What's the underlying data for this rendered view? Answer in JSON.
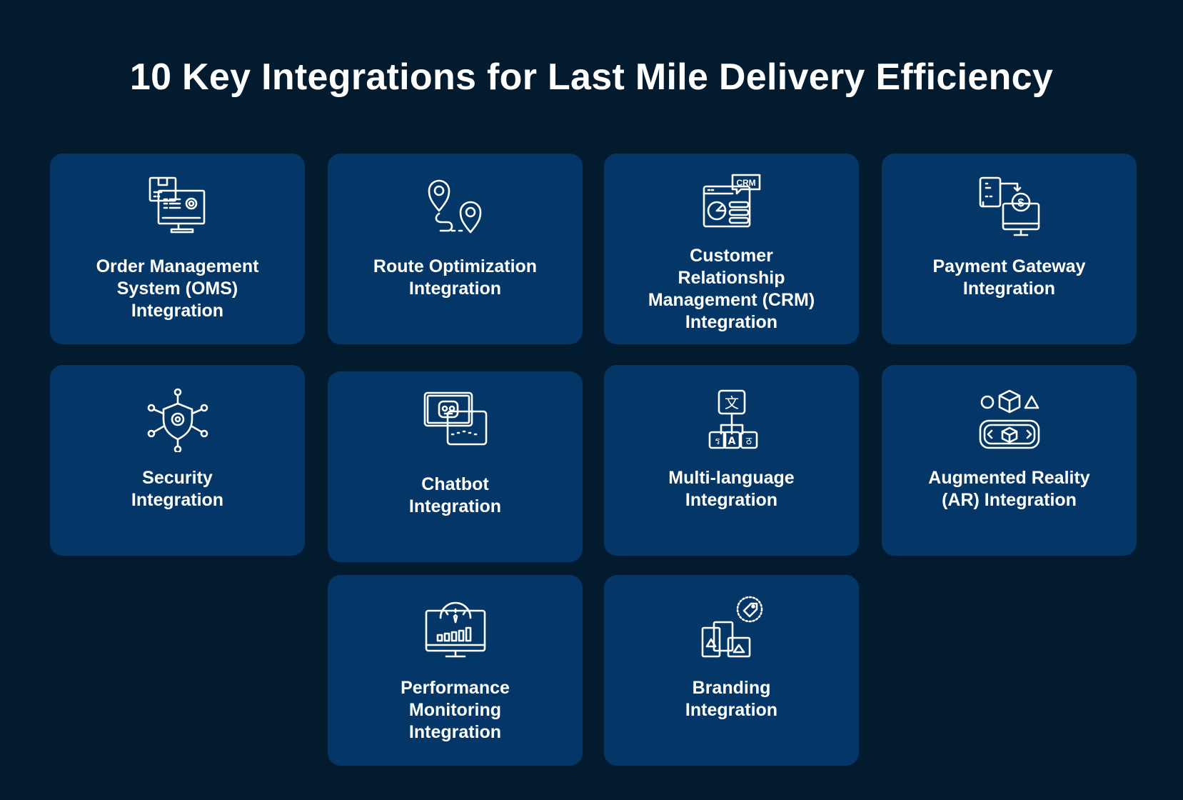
{
  "title": "10 Key Integrations for Last Mile Delivery Efficiency",
  "cards": [
    {
      "icon": "order-management-icon",
      "lines": [
        "Order Management",
        "System (OMS)",
        "Integration"
      ]
    },
    {
      "icon": "route-pins-icon",
      "lines": [
        "Route Optimization",
        "Integration"
      ]
    },
    {
      "icon": "crm-icon",
      "icon_text": "CRM",
      "lines": [
        "Customer",
        "Relationship",
        "Management (CRM)",
        "Integration"
      ]
    },
    {
      "icon": "payment-gateway-icon",
      "icon_text": "$",
      "lines": [
        "Payment Gateway",
        "Integration"
      ]
    },
    {
      "icon": "security-shield-icon",
      "lines": [
        "Security",
        "Integration"
      ]
    },
    {
      "icon": "chatbot-icon",
      "lines": [
        "Chatbot",
        "Integration"
      ]
    },
    {
      "icon": "multi-language-icon",
      "icon_text": [
        "文",
        "ร",
        "A",
        "ठ"
      ],
      "lines": [
        "Multi-language",
        "Integration"
      ]
    },
    {
      "icon": "augmented-reality-icon",
      "lines": [
        "Augmented Reality",
        "(AR) Integration"
      ]
    },
    {
      "icon": "performance-monitor-icon",
      "lines": [
        "Performance",
        "Monitoring",
        "Integration"
      ]
    },
    {
      "icon": "branding-icon",
      "lines": [
        "Branding",
        "Integration"
      ]
    }
  ]
}
